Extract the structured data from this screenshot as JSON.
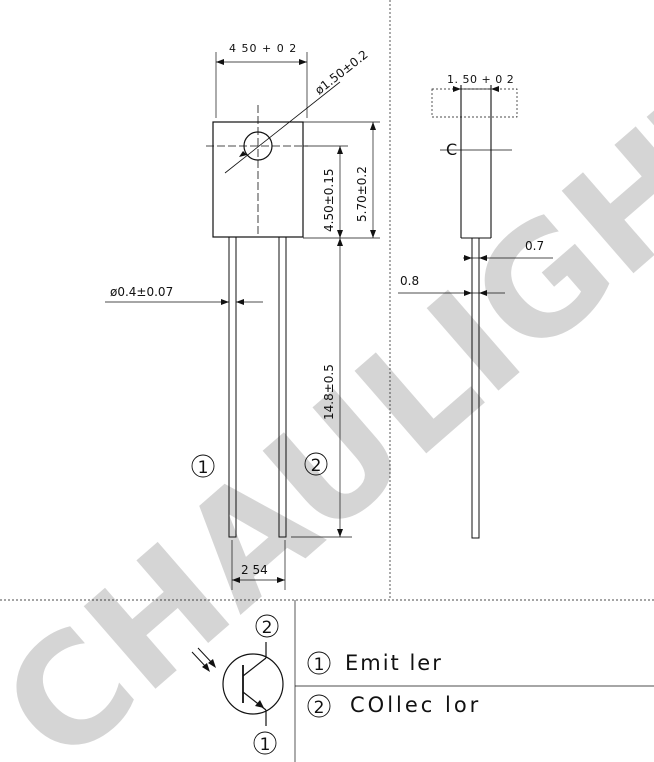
{
  "watermark": "CHAULIGHT",
  "dimensions": {
    "body_width": "4 50 + 0 2",
    "lens_diameter": "ø1.50±0.2",
    "side_width": "1. 50 + 0 2",
    "lens_height": "4.50±0.15",
    "body_height": "5.70±0.2",
    "lead_diameter": "ø0.4±0.07",
    "lead_length": "14.8±0.5",
    "lead_pitch": "2 54",
    "side_lead_07": "0.7",
    "side_lead_08": "0.8",
    "side_center_mark": "C"
  },
  "pins": {
    "pin1_label": "1",
    "pin2_label": "2"
  },
  "legend": {
    "row1_num": "1",
    "row1_text": "Emit ler",
    "row2_num": "2",
    "row2_text": "COllec lor"
  },
  "symbol": {
    "pin_top": "2",
    "pin_bottom": "1"
  }
}
